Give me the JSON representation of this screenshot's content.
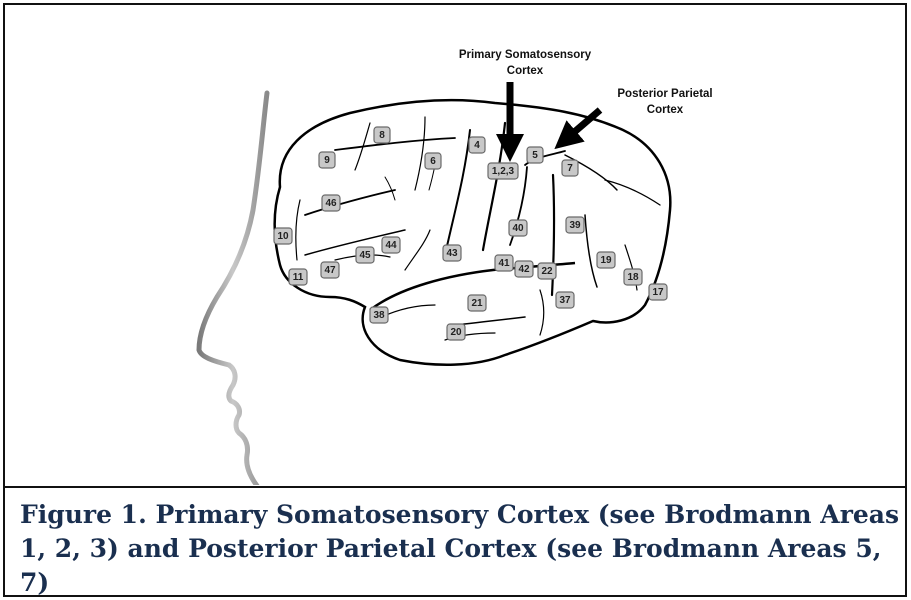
{
  "figure": {
    "callouts": {
      "primary_somatosensory": [
        "Primary Somatosensory",
        "Cortex"
      ],
      "posterior_parietal": [
        "Posterior Parietal",
        "Cortex"
      ]
    },
    "brodmann_areas": [
      "8",
      "4",
      "5",
      "9",
      "6",
      "1,2,3",
      "7",
      "46",
      "40",
      "39",
      "10",
      "44",
      "45",
      "43",
      "47",
      "41",
      "42",
      "22",
      "19",
      "18",
      "17",
      "11",
      "21",
      "37",
      "38",
      "20"
    ],
    "caption_lines": [
      "Figure 1.  Primary Somatosensory Cortex (see Brodmann Areas",
      "1, 2, 3) and Posterior Parietal Cortex (see Brodmann Areas 5, 7)"
    ]
  }
}
